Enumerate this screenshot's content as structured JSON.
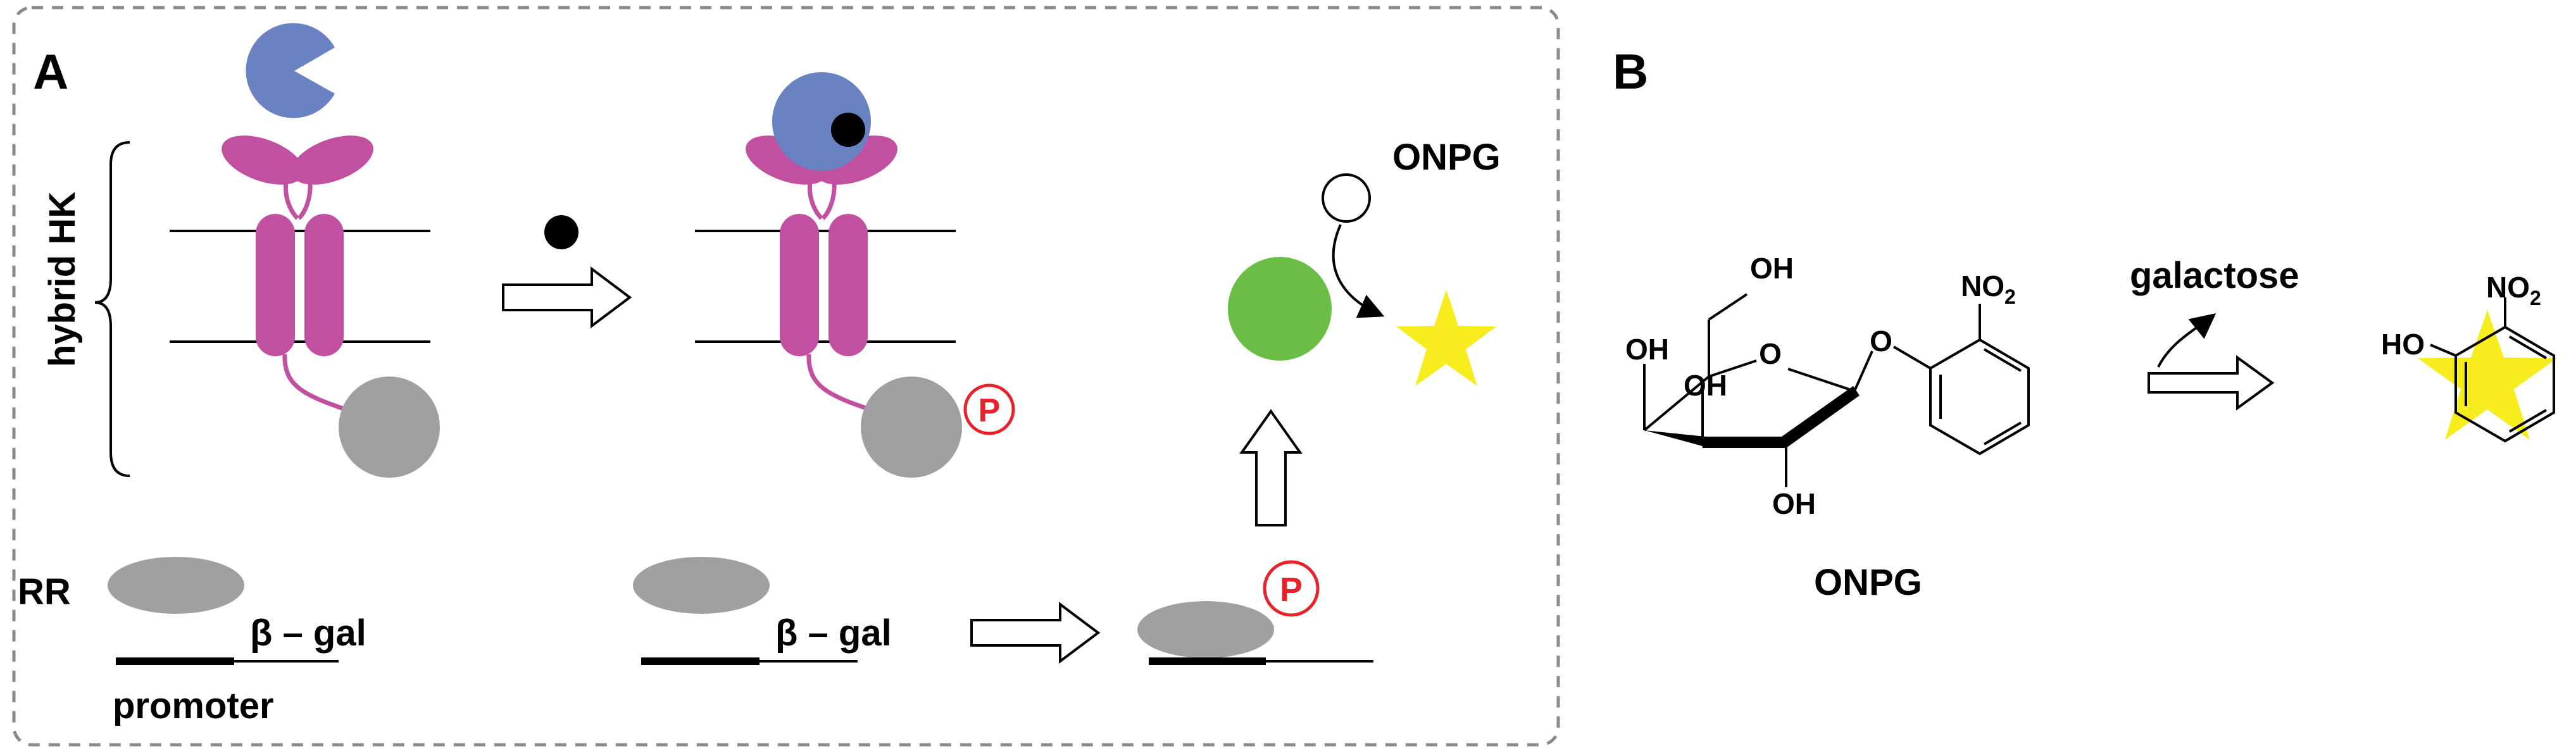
{
  "colors": {
    "ligand_binding_domain": "#6a81c2",
    "hybrid_hk": "#c150a0",
    "receiver_domain": "#a0a0a0",
    "rr": "#a0a0a0",
    "phosphate": "#e8222c",
    "ligand": "#000000",
    "beta_gal": "#6abd45",
    "product_star": "#f6ec1e",
    "panel_border": "#8a8a8a"
  },
  "panel_a": {
    "label": "A",
    "hybrid_hk_label": "hybrid HK",
    "rr_label": "RR",
    "beta_gal_label": "β – gal",
    "promoter_label": "promoter",
    "phosphate_label": "P",
    "onpg_label": "ONPG"
  },
  "panel_b": {
    "label": "B",
    "oh_label": "OH",
    "ho_label": "HO",
    "no2_label": "NO",
    "no2_subscript": "2",
    "o_label": "O",
    "galactose_label": "galactose",
    "onpg_label": "ONPG"
  }
}
